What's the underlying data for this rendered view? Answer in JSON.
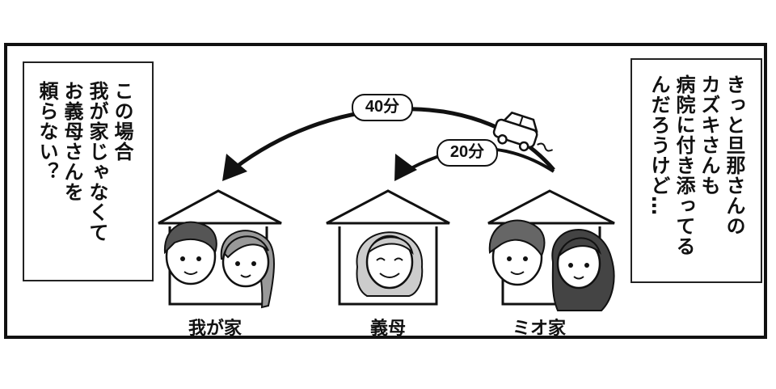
{
  "narration": {
    "left": "この場合\n我が家じゃなくて\nお義母さんを\n頼らない？",
    "right": "きっと旦那さんの\nカズキさんも\n病院に付き添ってる\nんだろうけど…"
  },
  "houses": [
    {
      "label": "我が家"
    },
    {
      "label": "義母"
    },
    {
      "label": "ミオ家"
    }
  ],
  "routes": [
    {
      "duration": "40分"
    },
    {
      "duration": "20分"
    }
  ],
  "icons": [
    "car-icon",
    "house-icon",
    "arrow-icon"
  ]
}
